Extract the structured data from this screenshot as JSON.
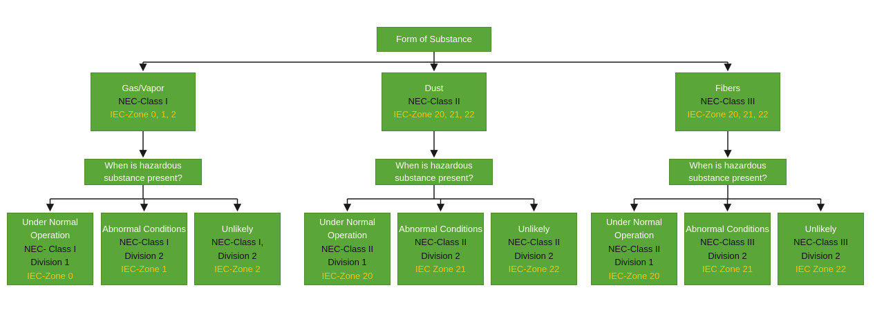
{
  "root": {
    "label": "Form of Substance"
  },
  "branches": [
    {
      "category": {
        "title": "Gas/Vapor",
        "nec": "NEC-Class I",
        "iec": "IEC-Zone 0, 1, 2"
      },
      "question": "When is hazardous substance present?",
      "leaves": [
        {
          "title": "Under Normal Operation",
          "nec": "NEC- Class I",
          "division": "Division 1",
          "iec": "IEC-Zone 0"
        },
        {
          "title": "Abnormal Conditions",
          "nec": "NEC-Class I",
          "division": "Division 2",
          "iec": "IEC-Zone 1"
        },
        {
          "title": "Unlikely",
          "nec": "NEC-Class I,",
          "division": "Division 2",
          "iec": "IEC-Zone 2"
        }
      ]
    },
    {
      "category": {
        "title": "Dust",
        "nec": "NEC-Class II",
        "iec": "IEC-Zone 20, 21, 22"
      },
      "question": "When is hazardous substance present?",
      "leaves": [
        {
          "title": "Under Normal Operation",
          "nec": "NEC-Class II",
          "division": "Division 1",
          "iec": "IEC-Zone 20"
        },
        {
          "title": "Abnormal Conditions",
          "nec": "NEC-Class II",
          "division": "Division 2",
          "iec": "IEC Zone 21"
        },
        {
          "title": "Unlikely",
          "nec": "NEC-Class II",
          "division": "Division 2",
          "iec": "IEC-Zone 22"
        }
      ]
    },
    {
      "category": {
        "title": "Fibers",
        "nec": "NEC-Class III",
        "iec": "IEC-Zone 20, 21, 22"
      },
      "question": "When is hazardous substance present?",
      "leaves": [
        {
          "title": "Under Normal Operation",
          "nec": "NEC-Class II",
          "division": "Division 1",
          "iec": "IEC-Zone 20"
        },
        {
          "title": "Abnormal Conditions",
          "nec": "NEC-Class III",
          "division": "Division 2",
          "iec": "IEC Zone 21"
        },
        {
          "title": "Unlikely",
          "nec": "NEC-Class III",
          "division": "Division 2",
          "iec": "IEC Zone 22"
        }
      ]
    }
  ],
  "colors": {
    "box_fill": "#5aa638",
    "box_border": "#4c8c2e",
    "text_white": "#ffffff",
    "text_black": "#111111",
    "text_yellow": "#fec000",
    "connector": "#1a1a1a"
  }
}
